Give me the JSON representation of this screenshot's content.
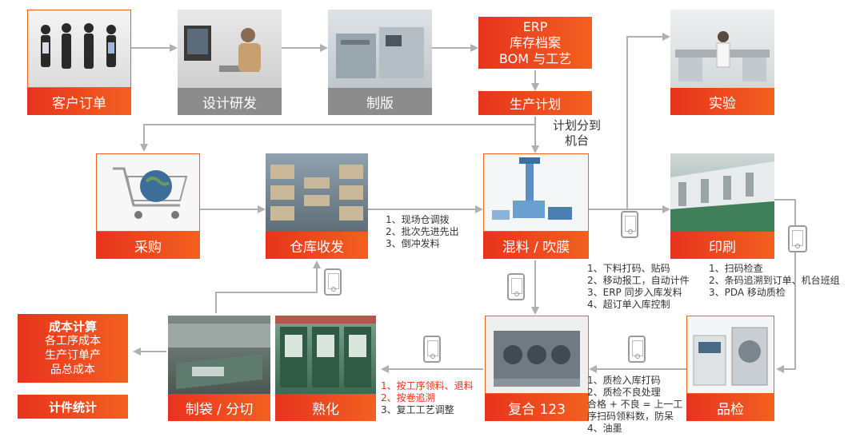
{
  "nodes": {
    "customer_order": "客户订单",
    "design": "设计研发",
    "plate": "制版",
    "lab": "实验",
    "purchase": "采购",
    "warehouse": "仓库收发",
    "mixing": "混料 / 吹膜",
    "printing": "印刷",
    "bag_cut": "制袋 / 分切",
    "curing": "熟化",
    "composite": "复合 123",
    "qc": "品检"
  },
  "erp_box": [
    "ERP",
    "库存档案",
    "BOM 与工艺"
  ],
  "production_plan": "生产计划",
  "plan_to_machine": [
    "计划分到",
    "机台"
  ],
  "cost_box": [
    "成本计算",
    "各工序成本",
    "生产订单产",
    "品总成本"
  ],
  "piece_count": "计件统计",
  "notes": {
    "warehouse_to_mixing": [
      "1、现场仓调拨",
      "2、批次先进先出",
      "3、倒冲发料"
    ],
    "mixing": [
      "1、下料打码、贴码",
      "2、移动报工，自动计件",
      "3、ERP 同步入库发料",
      "4、超订单入库控制"
    ],
    "printing": [
      "1、扫码检查",
      "2、条码追溯到订单、机台班组",
      "3、PDA 移动质检"
    ],
    "curing": [
      "1、按工序领料、退料",
      "2、按卷追溯",
      "3、复工工艺调整"
    ],
    "qc": [
      "1、质检入库打码",
      "2、质检不良处理",
      "合格 + 不良 = 上一工",
      "序扫码领料数，防呆",
      "4、油墨"
    ]
  },
  "colors": {
    "accent_red": "#e8331e",
    "accent_orange": "#f2611f",
    "gray_label": "#8c8c8c",
    "arrow": "#b0b0b0"
  }
}
